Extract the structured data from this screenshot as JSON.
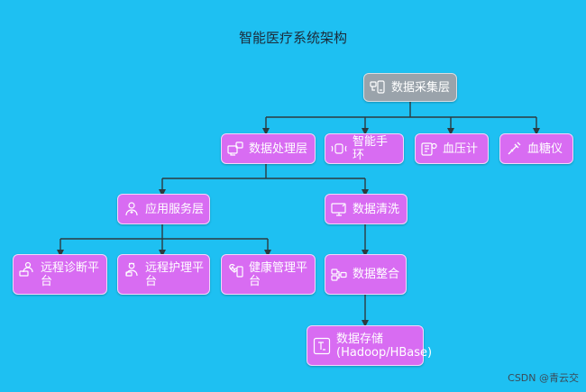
{
  "title": "智能医疗系统架构",
  "nodes": {
    "collect": {
      "label": "数据采集层",
      "icon": "devices-icon"
    },
    "process": {
      "label": "数据处理层",
      "icon": "processing-icon"
    },
    "band": {
      "label": "智能手环",
      "icon": "wristband-icon"
    },
    "bp": {
      "label": "血压计",
      "icon": "blood-pressure-icon"
    },
    "glucose": {
      "label": "血糖仪",
      "icon": "syringe-icon"
    },
    "app": {
      "label": "应用服务层",
      "icon": "doctor-icon"
    },
    "clean": {
      "label": "数据清洗",
      "icon": "monitor-icon"
    },
    "diag": {
      "label": "远程诊断平台",
      "icon": "doctor-laptop-icon"
    },
    "care": {
      "label": "远程护理平台",
      "icon": "nurse-icon"
    },
    "health": {
      "label": "健康管理平台",
      "icon": "heart-phone-icon"
    },
    "integrate": {
      "label": "数据整合",
      "icon": "cubes-icon"
    },
    "store": {
      "label": "数据存储\n(Hadoop/HBase)",
      "icon": "storage-icon"
    }
  },
  "watermark": "CSDN @青云交"
}
